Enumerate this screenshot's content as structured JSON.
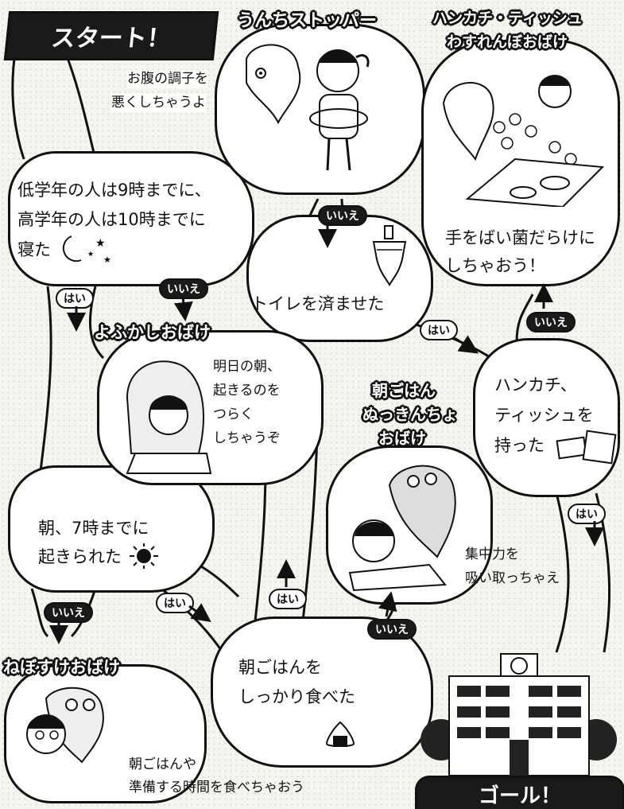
{
  "start": "スタート！",
  "goal": "ゴール！",
  "questions": {
    "q1": {
      "l1": "低学年の人は9時までに、",
      "l2": "高学年の人は10時までに",
      "l3": "寝た"
    },
    "q2": {
      "l1": "朝、7時までに",
      "l2": "起きられた"
    },
    "q3": {
      "l1": "朝ごはんを",
      "l2": "しっかり食べた"
    },
    "q4": {
      "l1": "トイレを済ませた"
    },
    "q5": {
      "l1": "ハンカチ、",
      "l2": "ティッシュを",
      "l3": "持った"
    }
  },
  "monsters": {
    "unchi": {
      "title": "うんちストッパー",
      "l1": "お腹の調子を",
      "l2": "悪くしちゃうよ"
    },
    "hankachi": {
      "title1": "ハンカチ・ティッシュ",
      "title2": "わすれんぼおばけ",
      "l1": "手をばい菌だらけに",
      "l2": "しちゃおう！"
    },
    "yofukashi": {
      "title": "よふかしおばけ",
      "l1": "明日の朝、",
      "l2": "起きるのを",
      "l3": "つらく",
      "l4": "しちゃうぞ"
    },
    "asagohan": {
      "title1": "朝ごはん",
      "title2": "ぬっきんちょ",
      "title3": "おばけ",
      "l1": "集中力を",
      "l2": "吸い取っちゃえ"
    },
    "nebosuke": {
      "title": "ねぼすけおばけ",
      "l1": "朝ごはんや",
      "l2": "準備する時間を食べちゃおう"
    }
  },
  "labels": {
    "yes": "はい",
    "no": "いいえ"
  }
}
